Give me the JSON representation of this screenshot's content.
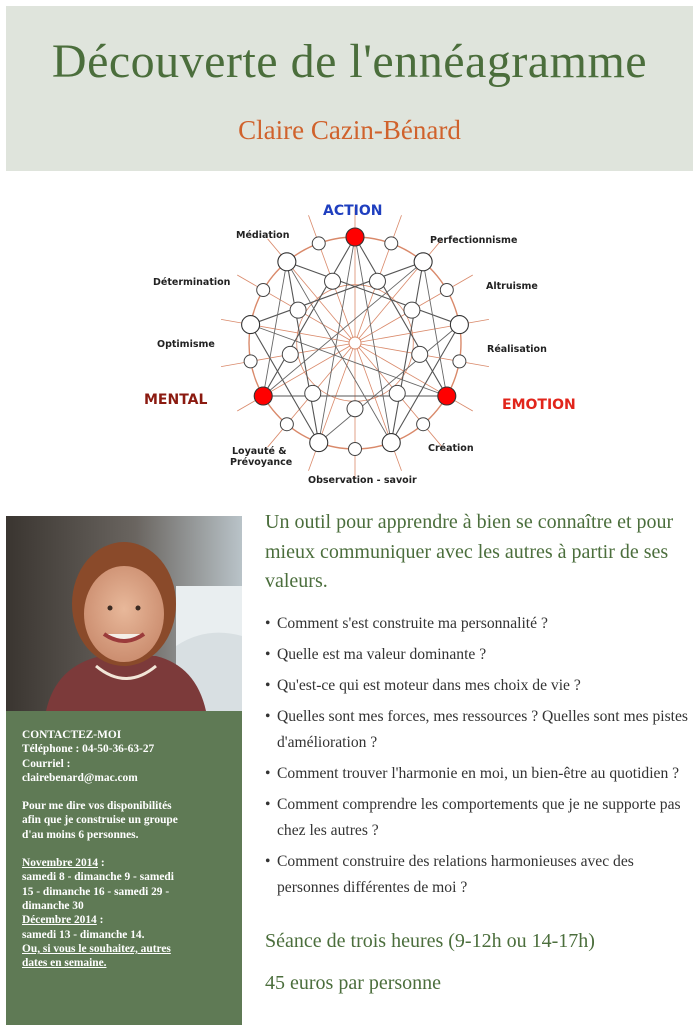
{
  "header": {
    "title": "Découverte de l'ennéagramme",
    "author": "Claire Cazin-Bénard"
  },
  "diagram": {
    "labels": {
      "action": "ACTION",
      "mental": "MENTAL",
      "emotion": "EMOTION",
      "mediation": "Médiation",
      "perfectionnisme": "Perfectionnisme",
      "determination": "Détermination",
      "altruisme": "Altruisme",
      "optimisme": "Optimisme",
      "realisation": "Réalisation",
      "loyaute_1": "Loyauté &",
      "loyaute_2": "Prévoyance",
      "creation": "Création",
      "observation": "Observation - savoir"
    },
    "colors": {
      "blue": "#1f3fbf",
      "darkred": "#8b1a10",
      "red": "#e1251b",
      "line": "#d9896a",
      "center": "#ff0000"
    }
  },
  "contact": {
    "heading": "CONTACTEZ-MOI",
    "phone": "Téléphone : 04-50-36-63-27",
    "email_label": "Courriel :",
    "email": "clairebenard@mac.com",
    "availability_1": "Pour me dire vos disponibilités",
    "availability_2": "afin que je construise un groupe",
    "availability_3": "d'au moins 6 personnes.",
    "nov_heading": "Novembre 2014",
    "nov_colon": " :",
    "nov_line1": "samedi 8 - dimanche 9  - samedi",
    "nov_line2": "15 - dimanche 16 - samedi 29  -",
    "nov_line3": "dimanche 30",
    "dec_heading": "Décembre 2014",
    "dec_colon": " :",
    "dec_line1": "samedi 13 - dimanche 14.",
    "other_1": "Ou, si vous le souhaitez, autres",
    "other_2": "dates en semaine."
  },
  "intro": "Un outil pour apprendre à bien se connaître et pour mieux communiquer avec les autres à partir de ses valeurs.",
  "questions": [
    "Comment s'est construite ma personnalité ?",
    "Quelle est ma valeur dominante ?",
    "Qu'est-ce qui est moteur dans mes choix de vie ?",
    "Quelles sont mes forces, mes ressources ? Quelles sont mes pistes d'amélioration ?",
    "Comment trouver l'harmonie en moi, un bien-être au quotidien ?",
    "Comment comprendre les comportements que je ne supporte pas chez les autres ?",
    "Comment construire des relations harmonieuses avec des personnes différentes de moi ?"
  ],
  "session": "Séance de trois heures (9-12h ou 14-17h)",
  "price": "45 euros par personne"
}
